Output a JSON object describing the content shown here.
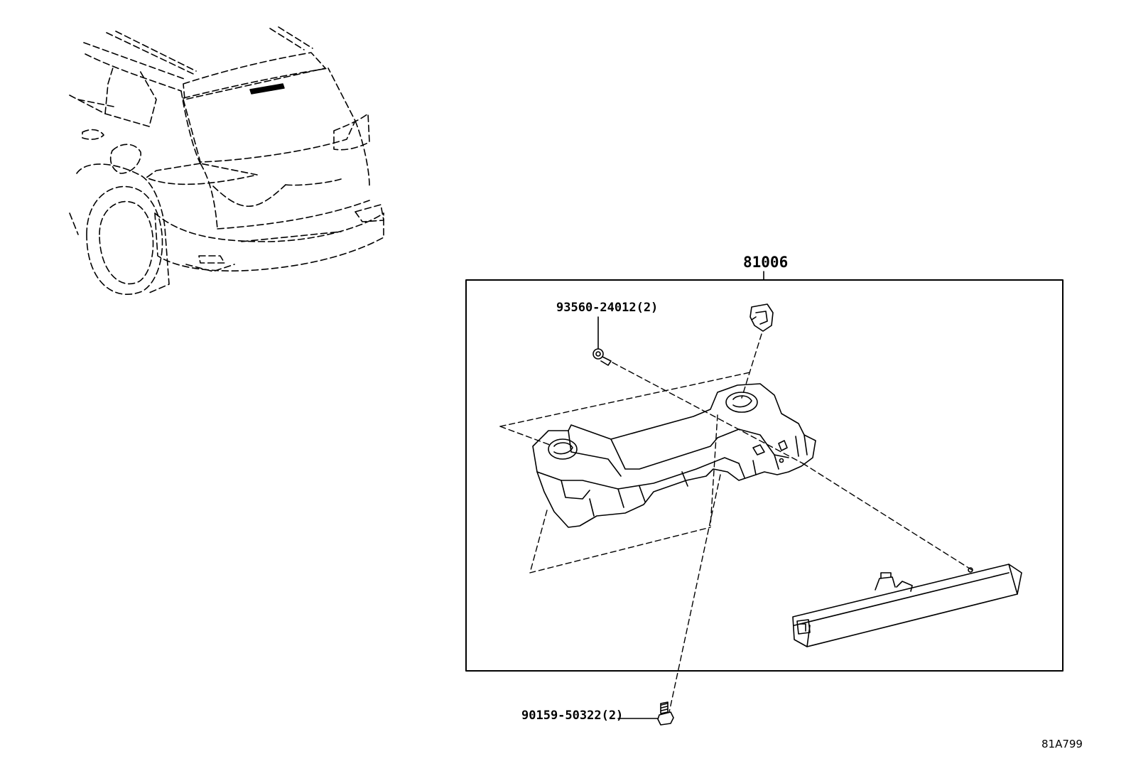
{
  "diagram": {
    "assembly_part_number": "81006",
    "parts": [
      {
        "id": "screw",
        "label": "93560-24012(2)"
      },
      {
        "id": "bolt",
        "label": "90159-50322(2)"
      }
    ],
    "illustration_id": "81A799"
  }
}
